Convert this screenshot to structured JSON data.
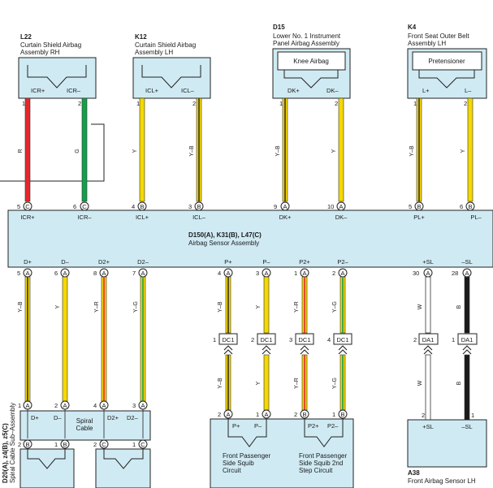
{
  "components": {
    "L22": {
      "code": "L22",
      "name1": "Curtain Shield Airbag",
      "name2": "Assembly RH",
      "pins": [
        "1",
        "2"
      ],
      "sigs": [
        "ICR+",
        "ICR–"
      ]
    },
    "K12": {
      "code": "K12",
      "name1": "Curtain Shield Airbag",
      "name2": "Assembly LH",
      "pins": [
        "1",
        "2"
      ],
      "sigs": [
        "ICL+",
        "ICL–"
      ]
    },
    "D15": {
      "code": "D15",
      "name1": "Lower No. 1 Instrument",
      "name2": "Panel Airbag Assembly",
      "title": "Knee Airbag",
      "pins": [
        "1",
        "2"
      ],
      "sigs": [
        "DK+",
        "DK–"
      ]
    },
    "K4": {
      "code": "K4",
      "name1": "Front Seat Outer Belt",
      "name2": "Assembly LH",
      "title": "Pretensioner",
      "pins": [
        "1",
        "2"
      ],
      "sigs": [
        "L+",
        "L–"
      ]
    },
    "ecu": {
      "code": "D150(A), K31(B), L47(C)",
      "name": "Airbag Sensor Assembly",
      "top_sigs": [
        "ICR+",
        "ICR–",
        "ICL+",
        "ICL–",
        "DK+",
        "DK–",
        "PL+",
        "PL–"
      ],
      "top_pins": [
        "5",
        "6",
        "4",
        "3",
        "9",
        "10",
        "5",
        "6"
      ],
      "top_conn": [
        "C",
        "C",
        "B",
        "B",
        "A",
        "A",
        "B",
        "B"
      ],
      "bot_sigs": [
        "D+",
        "D–",
        "D2+",
        "D2–",
        "P+",
        "P–",
        "P2+",
        "P2–",
        "+SL",
        "–SL"
      ],
      "bot_pins": [
        "5",
        "6",
        "8",
        "7",
        "4",
        "3",
        "1",
        "2",
        "30",
        "28"
      ],
      "bot_conn": [
        "A",
        "A",
        "A",
        "A",
        "A",
        "A",
        "A",
        "A",
        "A",
        "A"
      ]
    },
    "spiral": {
      "code": "D20(A), z4(B), z5(C)",
      "name": "Spiral Cable Sub–Assembly",
      "center": "Spiral\nCable",
      "top_sigs": [
        "D+",
        "D–",
        "D2+",
        "D2–"
      ],
      "top_pins": [
        "1",
        "2",
        "4",
        "3"
      ],
      "top_conn": [
        "A",
        "A",
        "A",
        "A"
      ],
      "bot_pins": [
        "2",
        "1",
        "2",
        "1"
      ],
      "bot_conn": [
        "B",
        "B",
        "C",
        "C"
      ]
    },
    "passenger": {
      "sigs": [
        "P+",
        "P–",
        "P2+",
        "P2–"
      ],
      "top_pins": [
        "2",
        "1",
        "2",
        "1"
      ],
      "top_conn": [
        "A",
        "A",
        "B",
        "B"
      ],
      "circ1": "Front Passenger\nSide Squib\nCircuit",
      "circ2": "Front Passenger\nSide Squib 2nd\nStep Circuit"
    },
    "A38": {
      "code": "A38",
      "name": "Front Airbag Sensor LH",
      "sigs": [
        "+SL",
        "–SL"
      ],
      "pins": [
        "2",
        "1"
      ]
    },
    "dc1": {
      "label": "DC1",
      "pins": [
        "1",
        "2",
        "3",
        "4"
      ]
    },
    "da1": {
      "label": "DA1",
      "pins": [
        "2",
        "1"
      ]
    }
  },
  "wire_codes": {
    "L22": [
      "R",
      "G"
    ],
    "K12": [
      "Y",
      "Y–B"
    ],
    "D15": [
      "Y–B",
      "Y"
    ],
    "K4": [
      "Y–B",
      "Y"
    ],
    "D": [
      "Y–B",
      "Y",
      "Y–R",
      "Y–G"
    ],
    "P_upper": [
      "Y–B",
      "Y",
      "Y–R",
      "Y–G"
    ],
    "P_lower": [
      "Y–B",
      "Y",
      "Y–R",
      "Y–G"
    ],
    "SL_upper": [
      "W",
      "B"
    ],
    "SL_lower": [
      "W",
      "B"
    ]
  },
  "colors": {
    "box_fill": "#cfeaf3",
    "yellow": "#f5d800",
    "red": "#e8262a",
    "green": "#13a04a",
    "black": "#1a1a1a",
    "white": "#ffffff"
  }
}
